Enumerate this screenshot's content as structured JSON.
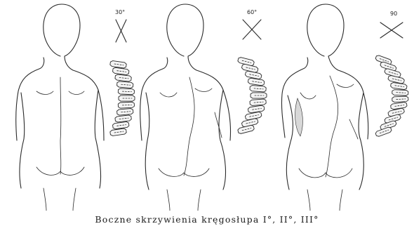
{
  "caption": "Boczne skrzywienia kręgosłupa I°, II°, III°",
  "stages": [
    {
      "angle_label": "30°",
      "angle_deg": 30
    },
    {
      "angle_label": "60°",
      "angle_deg": 60
    },
    {
      "angle_label": "90",
      "angle_deg": 90
    }
  ],
  "colors": {
    "ink": "#2a2a2a",
    "background": "#ffffff"
  }
}
